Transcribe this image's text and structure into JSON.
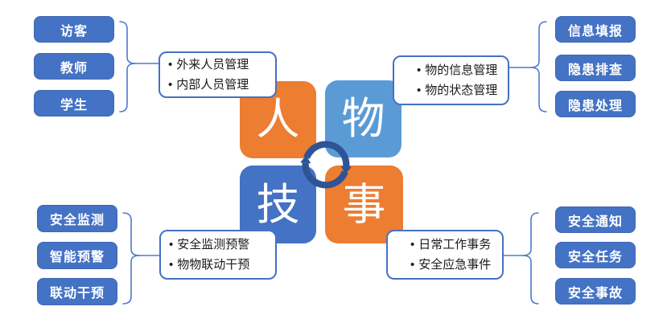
{
  "quadrants": {
    "person": {
      "label": "人",
      "color": "#ED7D31"
    },
    "things": {
      "label": "物",
      "color": "#5B9BD5"
    },
    "tech": {
      "label": "技",
      "color": "#4472C4"
    },
    "affairs": {
      "label": "事",
      "color": "#ED7D31"
    }
  },
  "groups": {
    "top_left": {
      "tags": [
        "访客",
        "教师",
        "学生"
      ],
      "bullets": [
        "外来人员管理",
        "内部人员管理"
      ]
    },
    "top_right": {
      "tags": [
        "信息填报",
        "隐患排查",
        "隐患处理"
      ],
      "bullets": [
        "物的信息管理",
        "物的状态管理"
      ]
    },
    "bottom_left": {
      "tags": [
        "安全监测",
        "智能预警",
        "联动干预"
      ],
      "bullets": [
        "安全监测预警",
        "物物联动干预"
      ]
    },
    "bottom_right": {
      "tags": [
        "安全通知",
        "安全任务",
        "安全事故"
      ],
      "bullets": [
        "日常工作事务",
        "安全应急事件"
      ]
    }
  },
  "icons": {
    "center": "cycle-arrows-icon"
  },
  "colors": {
    "orange": "#ED7D31",
    "light_blue": "#5B9BD5",
    "blue": "#4472C4",
    "navy": "#2F5496",
    "connector_blue": "#4F7AD0",
    "text": "#1A1A1A",
    "background": "#FFFFFF"
  }
}
